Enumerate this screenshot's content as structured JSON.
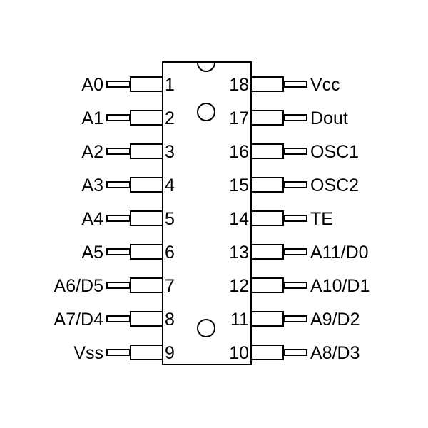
{
  "chip": {
    "left_pins": [
      {
        "number": "1",
        "label": "A0"
      },
      {
        "number": "2",
        "label": "A1"
      },
      {
        "number": "3",
        "label": "A2"
      },
      {
        "number": "4",
        "label": "A3"
      },
      {
        "number": "5",
        "label": "A4"
      },
      {
        "number": "6",
        "label": "A5"
      },
      {
        "number": "7",
        "label": "A6/D5"
      },
      {
        "number": "8",
        "label": "A7/D4"
      },
      {
        "number": "9",
        "label": "Vss"
      }
    ],
    "right_pins": [
      {
        "number": "18",
        "label": "Vcc"
      },
      {
        "number": "17",
        "label": "Dout"
      },
      {
        "number": "16",
        "label": "OSC1"
      },
      {
        "number": "15",
        "label": "OSC2"
      },
      {
        "number": "14",
        "label": "TE"
      },
      {
        "number": "13",
        "label": "A11/D0"
      },
      {
        "number": "12",
        "label": "A10/D1"
      },
      {
        "number": "11",
        "label": "A9/D2"
      },
      {
        "number": "10",
        "label": "A8/D3"
      }
    ]
  },
  "colors": {
    "stroke": "#000000",
    "background": "#ffffff"
  }
}
